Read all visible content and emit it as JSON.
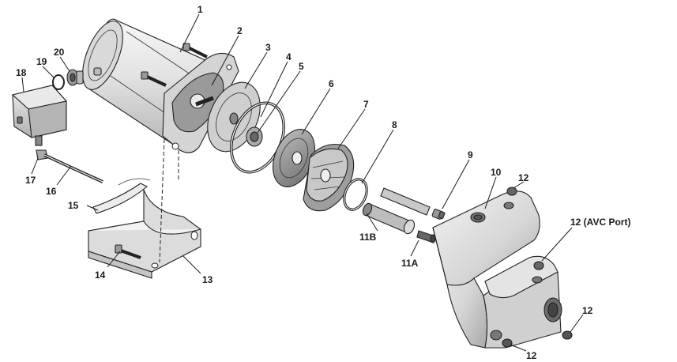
{
  "diagram": {
    "callouts": {
      "c1": "1",
      "c2": "2",
      "c3": "3",
      "c4": "4",
      "c5": "5",
      "c6": "6",
      "c7": "7",
      "c8": "8",
      "c9": "9",
      "c10": "10",
      "c11a": "11A",
      "c11b": "11B",
      "c12_top": "12",
      "c12_avc": "12 (AVC Port)",
      "c12_right": "12",
      "c12_bottom": "12",
      "c13": "13",
      "c14": "14",
      "c15": "15",
      "c16": "16",
      "c17": "17",
      "c18": "18",
      "c19": "19",
      "c20": "20"
    },
    "colors": {
      "line": "#222222",
      "part_light": "#eeeeee",
      "part_mid": "#cccccc",
      "part_dark": "#888888"
    }
  }
}
